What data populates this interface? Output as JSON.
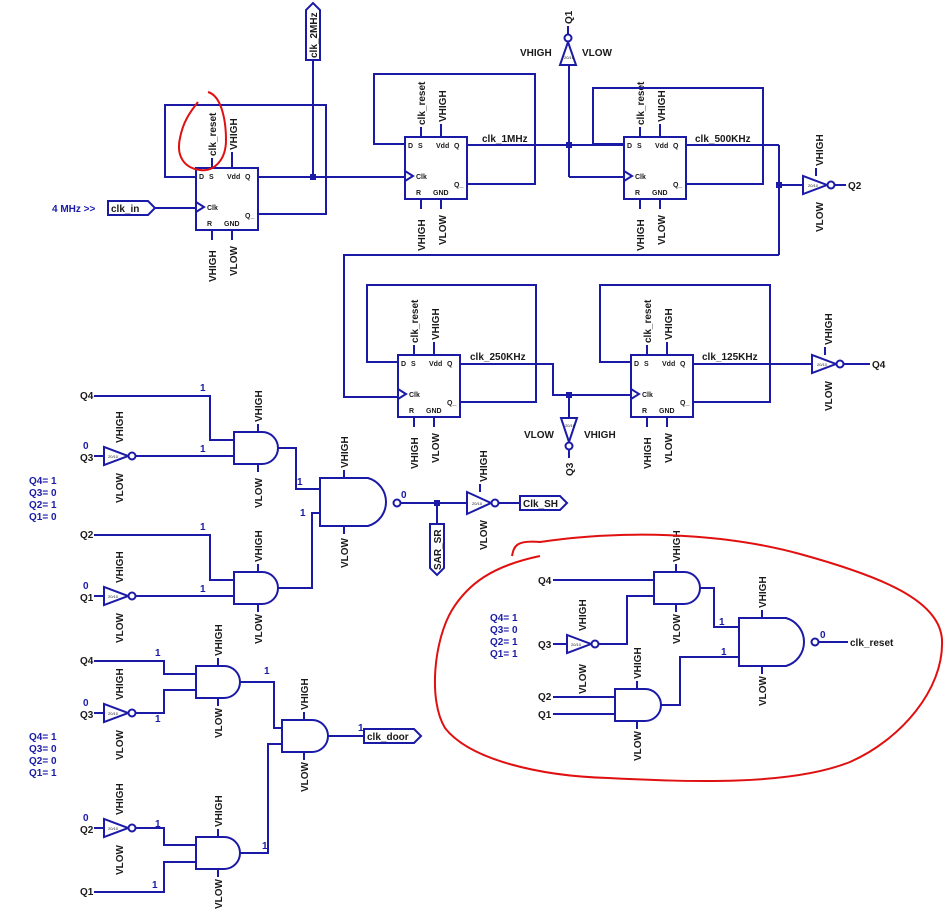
{
  "input": {
    "prefix": "4 MHz >>",
    "label": "clk_in"
  },
  "ports": {
    "clk_2mhz": "clk_2MHz",
    "clk_sh": "Clk_SH",
    "sar_sr": "SAR_SR",
    "clk_door": "clk_door",
    "clk_reset": "clk_reset"
  },
  "nets": {
    "clk_1mhz": "clk_1MHz",
    "clk_500khz": "clk_500KHz",
    "clk_250khz": "clk_250KHz",
    "clk_125khz": "clk_125KHz"
  },
  "supply": {
    "high": "VHIGH",
    "low": "VLOW"
  },
  "signals": {
    "q1": "Q1",
    "q2": "Q2",
    "q3": "Q3",
    "q4": "Q4"
  },
  "ff_pins": {
    "d": "D",
    "s": "S",
    "vdd": "Vdd",
    "q": "Q",
    "clk": "Clk",
    "r": "R",
    "gnd": "GND",
    "qbar": "Q_"
  },
  "reset_pin": "clk_reset",
  "inverter_tag": "20/10",
  "values": {
    "zero": "0",
    "one": "1"
  },
  "truth_tables": {
    "sh": [
      "Q4= 1",
      "Q3= 0",
      "Q2= 1",
      "Q1= 0"
    ],
    "door": [
      "Q4= 1",
      "Q3= 0",
      "Q2= 0",
      "Q1= 1"
    ],
    "reset": [
      "Q4= 1",
      "Q3= 0",
      "Q2= 1",
      "Q1= 1"
    ]
  },
  "colors": {
    "wire": "#1a1aa6",
    "annotation": "#e01010"
  }
}
